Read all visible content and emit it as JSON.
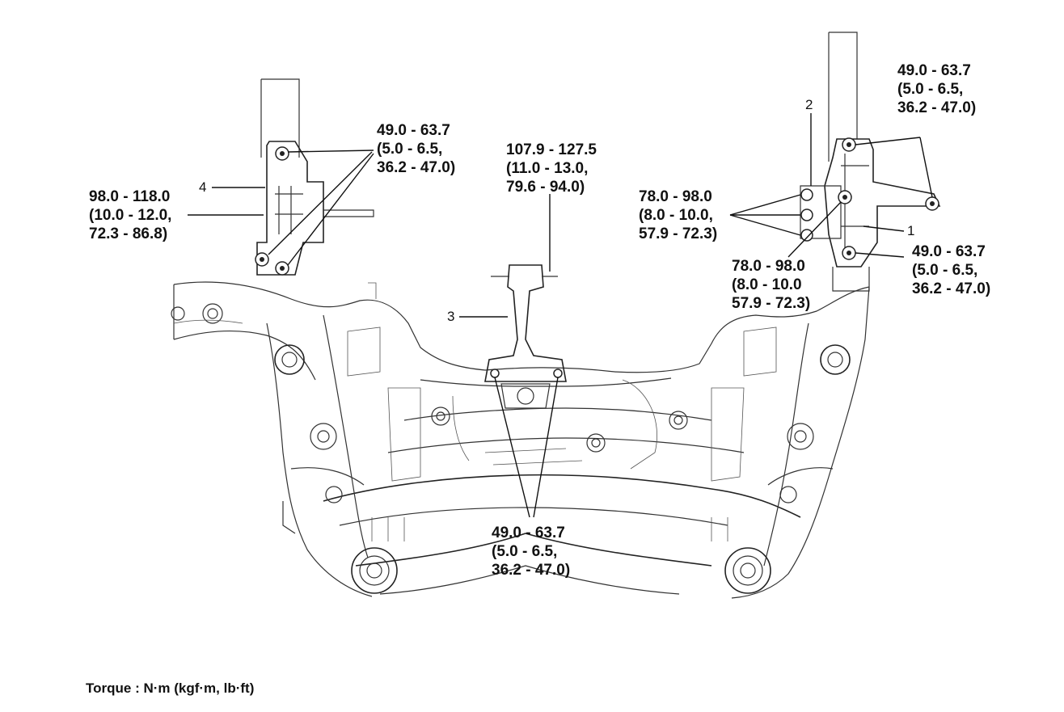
{
  "footer": "Torque : N·m (kgf·m, lb·ft)",
  "items": [
    {
      "id": "1",
      "text": "1"
    },
    {
      "id": "2",
      "text": "2"
    },
    {
      "id": "3",
      "text": "3"
    },
    {
      "id": "4",
      "text": "4"
    }
  ],
  "torques": {
    "left_mount_bolts": "49.0 - 63.7\n(5.0 - 6.5,\n36.2 - 47.0)",
    "left_mount_nut": "98.0 - 118.0\n(10.0 - 12.0,\n72.3 - 86.8)",
    "roll_rod_top": "107.9 - 127.5\n(11.0 - 13.0,\n79.6 - 94.0)",
    "roll_rod_bottom": "49.0 - 63.7\n(5.0 - 6.5,\n36.2 - 47.0)",
    "right_bracket_bolts": "78.0 - 98.0\n(8.0 - 10.0,\n57.9 - 72.3)",
    "right_bracket_center": "78.0 - 98.0\n(8.0 - 10.0\n57.9 - 72.3)",
    "right_mount_top": "49.0 - 63.7\n(5.0 - 6.5,\n36.2 - 47.0)",
    "right_mount_bottom": "49.0 - 63.7\n(5.0 - 6.5,\n36.2 - 47.0)"
  }
}
